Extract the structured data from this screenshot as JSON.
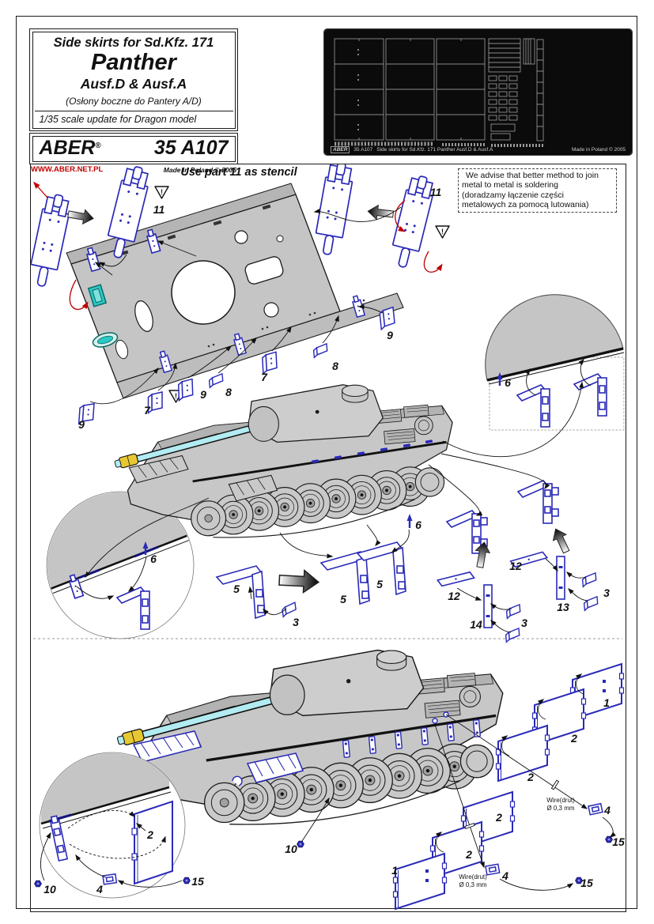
{
  "header": {
    "title_line1": "Side skirts for Sd.Kfz. 171",
    "title_line2": "Panther",
    "title_line3": "Ausf.D & Ausf.A",
    "subtitle_pl": "(Osłony boczne do Pantery A/D)",
    "scale_note": "1/35 scale update for Dragon model",
    "brand": "ABER",
    "brand_reg": "®",
    "product_code": "35 A107",
    "website": "WWW.ABER.NET.PL",
    "made_in": "Made in Poland © 2005"
  },
  "fret": {
    "caption_brand": "ABER",
    "caption_code": "35 A107",
    "caption_title": "Side skirts for Sd.Kfz. 171 Panther Ausf.D & Ausf.A",
    "caption_made": "Made in Poland © 2005"
  },
  "notes": {
    "stencil_note": "Use part 11 as stencil",
    "advise_lines": [
      "We advise that better method to join",
      "metal to metal is soldering",
      "(doradzamy łączenie części",
      "metalowych za pomocą lutowania)"
    ],
    "wire_label": "Wire(drut)",
    "wire_diameter": "Ø 0,3 mm",
    "warning_mark": "!"
  },
  "callouts": [
    {
      "text": "11"
    },
    {
      "text": "11"
    },
    {
      "text": "9"
    },
    {
      "text": "7"
    },
    {
      "text": "9"
    },
    {
      "text": "8"
    },
    {
      "text": "7"
    },
    {
      "text": "8"
    },
    {
      "text": "9"
    },
    {
      "text": "6"
    },
    {
      "text": "6"
    },
    {
      "text": "5"
    },
    {
      "text": "3"
    },
    {
      "text": "5"
    },
    {
      "text": "5"
    },
    {
      "text": "6"
    },
    {
      "text": "12"
    },
    {
      "text": "3"
    },
    {
      "text": "13"
    },
    {
      "text": "12"
    },
    {
      "text": "14"
    },
    {
      "text": "3"
    },
    {
      "text": "2"
    },
    {
      "text": "10"
    },
    {
      "text": "4"
    },
    {
      "text": "15"
    },
    {
      "text": "10"
    },
    {
      "text": "1"
    },
    {
      "text": "2"
    },
    {
      "text": "2"
    },
    {
      "text": "2"
    },
    {
      "text": "2"
    },
    {
      "text": "1"
    },
    {
      "text": "4"
    },
    {
      "text": "15"
    },
    {
      "text": "4"
    },
    {
      "text": "15"
    }
  ],
  "colors": {
    "part_blue": "#2a2ab8",
    "fold_red": "#c00000",
    "website_red": "#c00000",
    "tank_gray": "#c7c7c7",
    "barrel_cyan": "#b2ecf2",
    "muzzle_yellow": "#e8c832",
    "periscope_teal": "#2cc8c4",
    "fret_black": "#0b0b0b"
  }
}
